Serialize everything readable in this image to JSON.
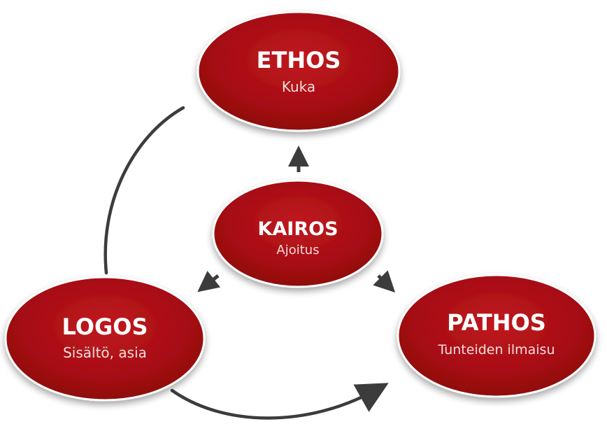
{
  "nodes": {
    "ethos": {
      "title": "ETHOS",
      "subtitle": "Kuka"
    },
    "kairos": {
      "title": "KAIROS",
      "subtitle": "Ajoitus"
    },
    "logos": {
      "title": "LOGOS",
      "subtitle": "Sisältö, asia"
    },
    "pathos": {
      "title": "PATHOS",
      "subtitle": "Tunteiden ilmaisu"
    }
  },
  "colors": {
    "node_fill": "#a50d12",
    "node_highlight": "#c41a20",
    "node_rim": "#ffffff",
    "arrow": "#3c3c3c"
  }
}
